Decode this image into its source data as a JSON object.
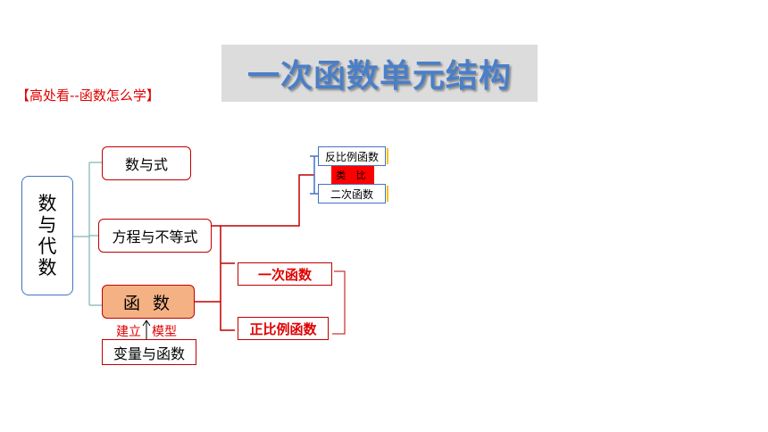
{
  "title": "一次函数单元结构",
  "subtitle": "【高处看--函数怎么学】",
  "root": {
    "chars": [
      "数",
      "与",
      "代",
      "数"
    ]
  },
  "branches": {
    "expr": "数与式",
    "eq": "方程与不等式",
    "func": "函 数"
  },
  "labels": {
    "build": "建立",
    "model": "模型"
  },
  "variable": "变量与函数",
  "right_top": {
    "inverse": "反比例函数",
    "analogy": "类 比",
    "quadratic": "二次函数"
  },
  "right_mid": {
    "linear": "一次函数",
    "proportional": "正比例函数"
  },
  "colors": {
    "title": "#4a7fc8",
    "red": "#e00000",
    "blue": "#4472c4",
    "orange": "#f4b183",
    "teal": "#7fb4b4"
  }
}
